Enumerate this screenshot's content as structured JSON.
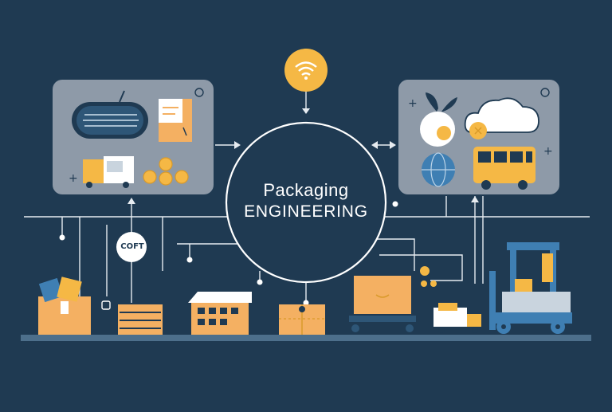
{
  "center": {
    "line1": "Packaging",
    "line2": "ENGINEERING"
  },
  "badge": {
    "label": "COFT"
  },
  "colors": {
    "background": "#1f3a52",
    "panel": "#8e9aa8",
    "accent": "#f5b845",
    "box": "#f4b062",
    "connector": "#e7ecf1"
  },
  "icons": [
    "wifi-icon",
    "monitor-dashboard-icon",
    "document-icon",
    "delivery-truck-icon",
    "coins-icon",
    "leaf-globe-icon",
    "cloud-icon",
    "globe-icon",
    "bus-icon",
    "warehouse-icon",
    "pallet-icon",
    "cart-icon",
    "forklift-icon",
    "small-truck-icon",
    "open-box-icon",
    "sealed-box-icon"
  ]
}
